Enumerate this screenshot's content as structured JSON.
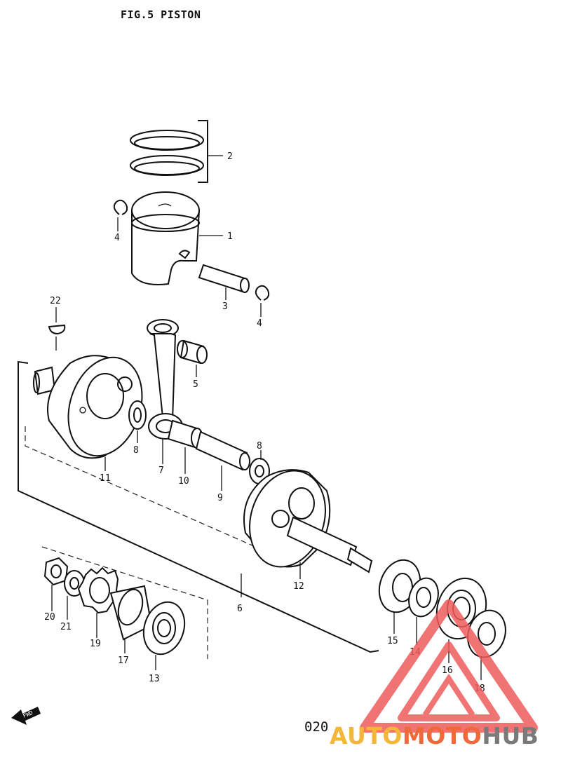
{
  "figure": {
    "title": "FIG.5  PISTON",
    "page_number": "020"
  },
  "watermark": {
    "part_auto": "AUTO",
    "part_moto": "MOTO",
    "part_hub": "HUB",
    "color_light": "#f4b63a",
    "color_mid": "#ee6a3a",
    "color_dark": "#7a7a7a",
    "logo_color": "#ef5c5c"
  },
  "callouts": {
    "c1": "1",
    "c2": "2",
    "c3": "3",
    "c4a": "4",
    "c4b": "4",
    "c5": "5",
    "c6": "6",
    "c7": "7",
    "c8a": "8",
    "c8b": "8",
    "c9": "9",
    "c10": "10",
    "c11": "11",
    "c12": "12",
    "c13": "13",
    "c14": "14",
    "c15": "15",
    "c16": "16",
    "c17": "17",
    "c18": "18",
    "c19": "19",
    "c20": "20",
    "c21": "21",
    "c22": "22"
  },
  "direction_marker": {
    "label": "FWD",
    "icon": "forward-arrow-icon"
  }
}
